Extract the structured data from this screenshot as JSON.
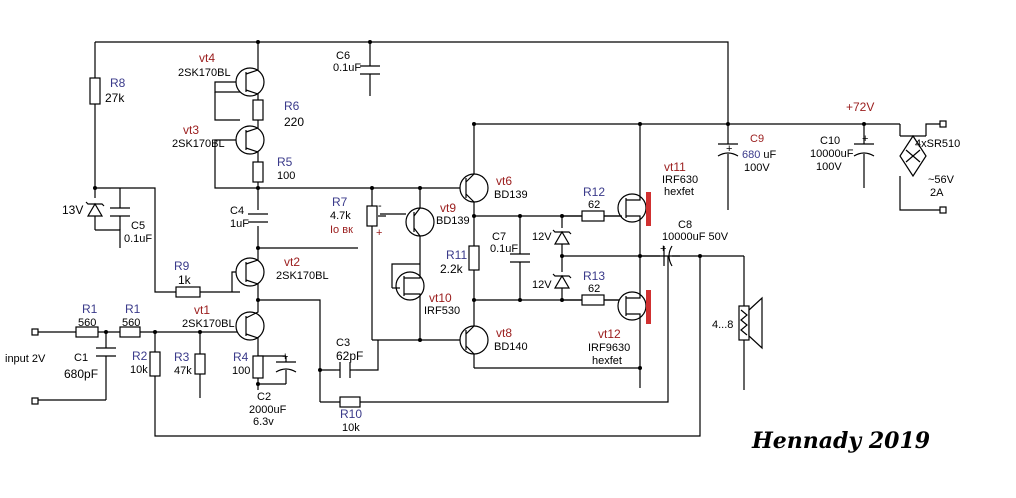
{
  "signature": "Hennady 2019",
  "supply": {
    "voltage": "+72V",
    "bridge": "4xSR510",
    "ac_in": "~56V",
    "ac_current": "2A"
  },
  "input_label": "input 2V",
  "speaker_label": "4...8",
  "colors": {
    "ref_red": "#9a1c1c",
    "ref_blue": "#3a3a8a",
    "hs_red": "#d03030"
  },
  "components": {
    "r8": {
      "ref": "R8",
      "val": "27k"
    },
    "vt4": {
      "ref": "vt4",
      "val": "2SK170BL"
    },
    "r6": {
      "ref": "R6",
      "val": "220"
    },
    "vt3": {
      "ref": "vt3",
      "val": "2SK170BL"
    },
    "r5": {
      "ref": "R5",
      "val": "100"
    },
    "c6": {
      "ref": "C6",
      "val": "0.1uF"
    },
    "c4": {
      "ref": "C4",
      "val": "1uF"
    },
    "zener13": {
      "val": "13V"
    },
    "c5": {
      "ref": "C5",
      "val": "0.1uF"
    },
    "r9": {
      "ref": "R9",
      "val": "1k"
    },
    "vt2": {
      "ref": "vt2",
      "val": "2SK170BL"
    },
    "vt1": {
      "ref": "vt1",
      "val": "2SK170BL"
    },
    "r1a": {
      "ref": "R1",
      "val": "560"
    },
    "r1b": {
      "ref": "R1",
      "val": "560"
    },
    "c1": {
      "ref": "C1",
      "val": "680pF"
    },
    "r2": {
      "ref": "R2",
      "val": "10k"
    },
    "r3": {
      "ref": "R3",
      "val": "47k"
    },
    "r4": {
      "ref": "R4",
      "val": "100"
    },
    "c2": {
      "ref": "C2",
      "val": "2000uF",
      "val2": "6.3v"
    },
    "c3": {
      "ref": "C3",
      "val": "62pF"
    },
    "r10": {
      "ref": "R10",
      "val": "10k"
    },
    "r7": {
      "ref": "R7",
      "val": "4.7k",
      "note": "Io вк",
      "minus": "-",
      "plus": "+"
    },
    "vt9": {
      "ref": "vt9",
      "val": "BD139"
    },
    "vt10": {
      "ref": "vt10",
      "val": "IRF530"
    },
    "vt6": {
      "ref": "vt6",
      "val": "BD139"
    },
    "vt8": {
      "ref": "vt8",
      "val": "BD140"
    },
    "r11": {
      "ref": "R11",
      "val": "2.2k"
    },
    "c7": {
      "ref": "C7",
      "val": "0.1uF"
    },
    "z12a": {
      "val": "12V"
    },
    "z12b": {
      "val": "12V"
    },
    "r12": {
      "ref": "R12",
      "val": "62"
    },
    "r13": {
      "ref": "R13",
      "val": "62"
    },
    "vt11": {
      "ref": "vt11",
      "val": "IRF630",
      "val2": "hexfet"
    },
    "vt12": {
      "ref": "vt12",
      "val": "IRF9630",
      "val2": "hexfet"
    },
    "c8": {
      "ref": "C8",
      "val": "10000uF 50V"
    },
    "c9": {
      "ref": "C9",
      "val": "680",
      "unit": "uF",
      "val2": "100V"
    },
    "c10": {
      "ref": "C10",
      "val": "10000uF",
      "val2": "100V"
    }
  }
}
